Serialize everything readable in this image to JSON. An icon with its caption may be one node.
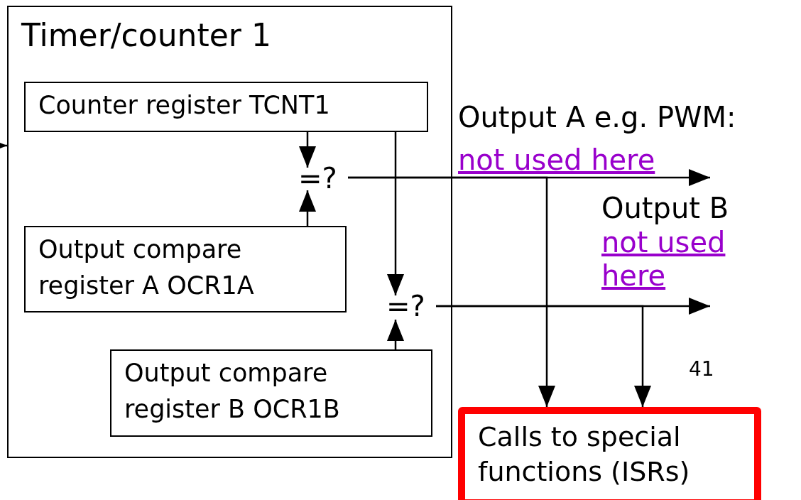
{
  "diagram": {
    "nodes": [
      {
        "text": [
          "Timer/counter 1"
        ]
      },
      {
        "text": [
          "Counter register TCNT1"
        ],
        "in": 0
      },
      {
        "text": [
          "=?"
        ],
        "in": 0
      },
      {
        "text": [
          "Output compare register A OCR1A"
        ],
        "in": 0
      },
      {
        "text": [
          "=?"
        ],
        "in": 0
      },
      {
        "text": [
          "Output compare register B OCR1B"
        ],
        "in": 0
      },
      {
        "text": [
          "Calls to special functions (ISRs)"
        ]
      }
    ],
    "edges": [
      {
        "from": 1,
        "to": 2,
        "arrow": "to"
      },
      {
        "from": 3,
        "to": 2,
        "arrow": "to"
      },
      {
        "from": 1,
        "to": 4,
        "arrow": "to"
      },
      {
        "from": 5,
        "to": 4,
        "arrow": "to"
      },
      {
        "from": 2,
        "to": null,
        "arrow": "to"
      },
      {
        "from": 4,
        "to": null,
        "arrow": "to"
      },
      {
        "from": 2,
        "to": 6,
        "arrow": "to"
      },
      {
        "from": 4,
        "to": 6,
        "arrow": "to"
      },
      {
        "from": null,
        "to": 0,
        "arrow": "to"
      }
    ],
    "labels": [
      "Output A e.g. PWM:",
      "not used here",
      "Output B",
      "not used here",
      "41"
    ]
  }
}
